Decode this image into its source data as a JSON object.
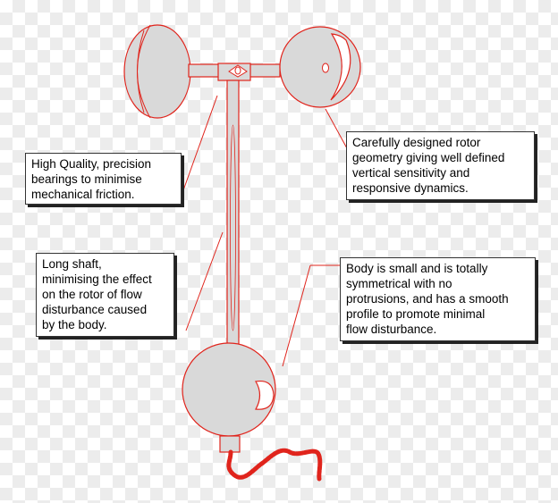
{
  "colors": {
    "outline": "#e0241c",
    "fill": "#d9d9d9",
    "cable": "#e0241c",
    "box_border": "#333333"
  },
  "callouts": {
    "rotor": "Carefully designed rotor\ngeometry giving well defined\nvertical sensitivity and\nresponsive dynamics.",
    "bearings": "High Quality, precision\nbearings to minimise\nmechanical friction.",
    "shaft": "Long shaft,\nminimising the effect\non the rotor of flow\ndisturbance caused\nby the body.",
    "body": "Body is small and is totally\nsymmetrical with no\nprotrusions, and has a smooth\nprofile to promote minimal\nflow disturbance."
  }
}
